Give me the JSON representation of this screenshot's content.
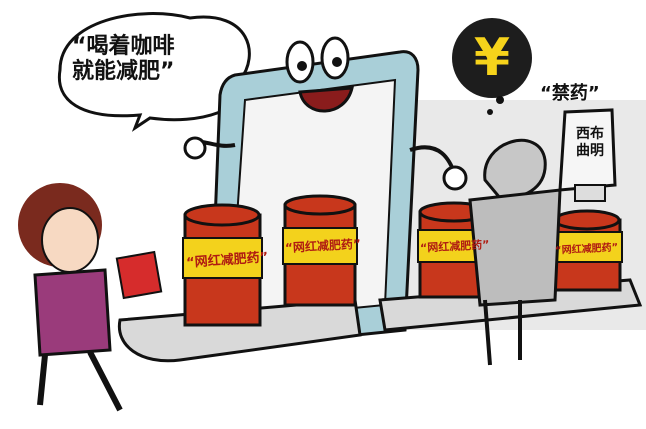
{
  "speech_bubble": {
    "line1": "“喝着咖啡",
    "line2": "就能减肥”"
  },
  "ban_caption": "“禁药”",
  "bottle_label": {
    "col_left": "曲明",
    "col_right": "布",
    "top": "西"
  },
  "bottle_lines": [
    "西布",
    "曲明"
  ],
  "can_labels": [
    "“网红减肥药”",
    "“网红减肥药”",
    "“网红减肥药”",
    "“网红减肥药”"
  ],
  "money_symbol": "¥",
  "colors": {
    "can_body": "#c8371c",
    "can_band": "#f3d21c",
    "phone_frame": "#a9cfd8",
    "coin": "#1d1d1d",
    "yen": "#f6d31b",
    "belt": "#d9d9d9",
    "woman_top": "#9a3b7b",
    "woman_hair": "#7a2a1e",
    "banknote": "#d62c2c"
  }
}
